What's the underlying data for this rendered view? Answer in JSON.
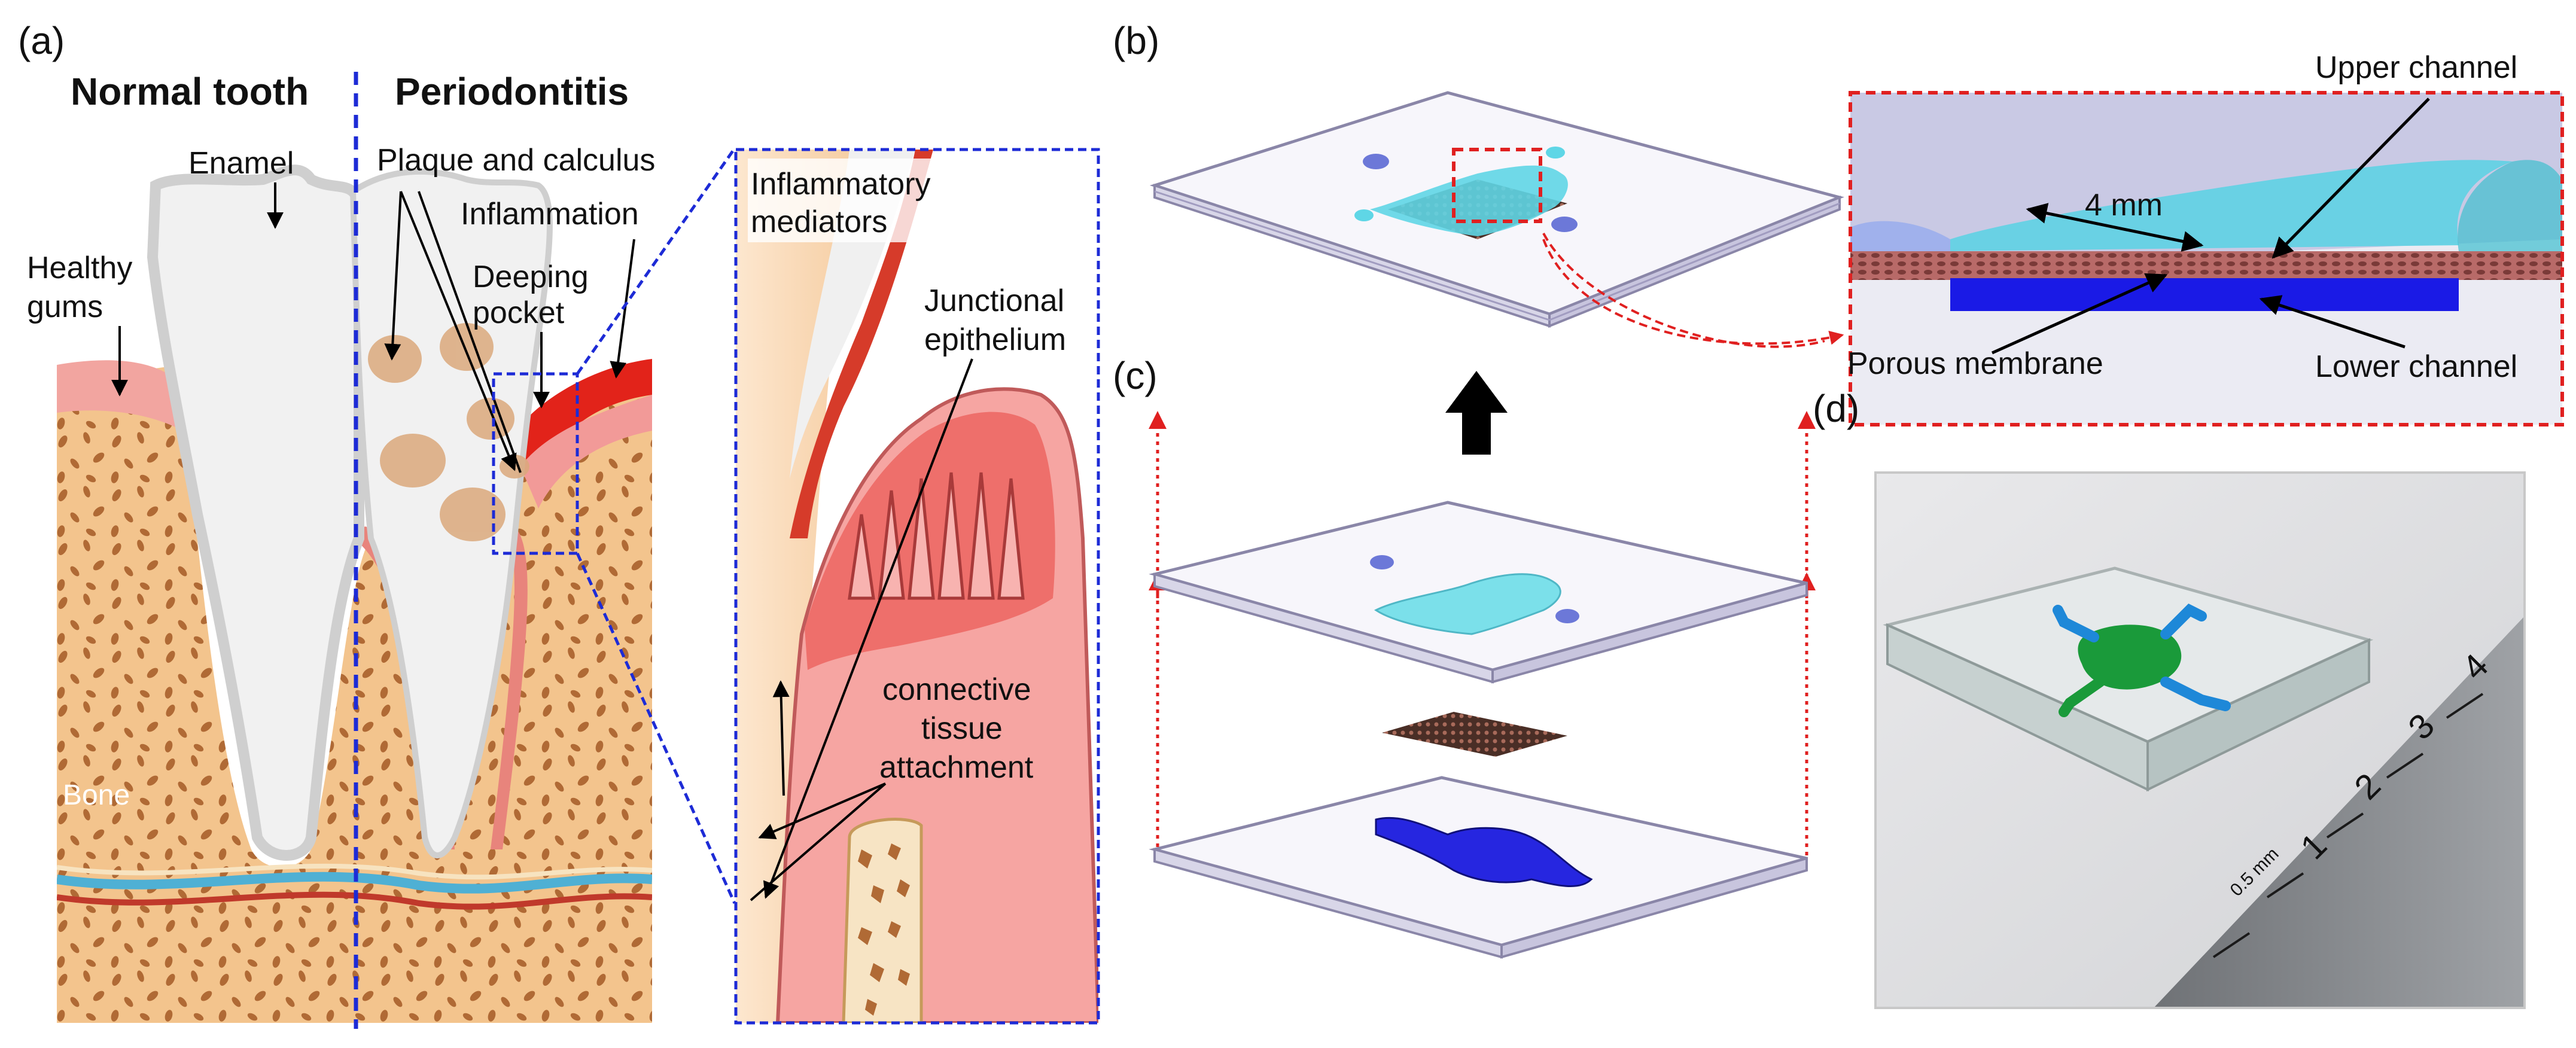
{
  "panels": {
    "a": {
      "letter": "(a)",
      "normal_title": "Normal tooth",
      "perio_title": "Periodontitis",
      "enamel": "Enamel",
      "healthy_gums": [
        "Healthy",
        "gums"
      ],
      "bone": "Bone",
      "plaque": "Plaque and calculus",
      "inflammation": "Inflammation",
      "deeping_pocket": [
        "Deeping",
        "pocket"
      ],
      "inflammatory_mediators": [
        "Inflammatory",
        "mediators"
      ],
      "junctional_epithelium": [
        "Junctional",
        "epithelium"
      ],
      "connective_tissue": [
        "connective",
        "tissue",
        "attachment"
      ]
    },
    "b": {
      "letter": "(b)",
      "upper_channel": "Upper channel",
      "four_mm": "4 mm",
      "porous_membrane": "Porous membrane",
      "lower_channel": "Lower channel"
    },
    "c": {
      "letter": "(c)"
    },
    "d": {
      "letter": "(d)",
      "ruler_numbers": [
        "1",
        "2",
        "3",
        "4"
      ],
      "ruler_unit": "0.5 mm"
    }
  },
  "colors": {
    "enamel_outline": "#d4d4d4",
    "gum_pink": "#f29a98",
    "bone_tan": "#f3c48d",
    "bone_spot": "#b06a35",
    "inflammation_red": "#e2231a",
    "divider_blue": "#1d2bd6",
    "zoom_red": "#e02020",
    "upper_channel_cyan": "#5fd6e6",
    "lower_channel_blue": "#1a1ae6",
    "membrane_brown": "#5a3a30",
    "chip_green": "#1a9a3a"
  }
}
